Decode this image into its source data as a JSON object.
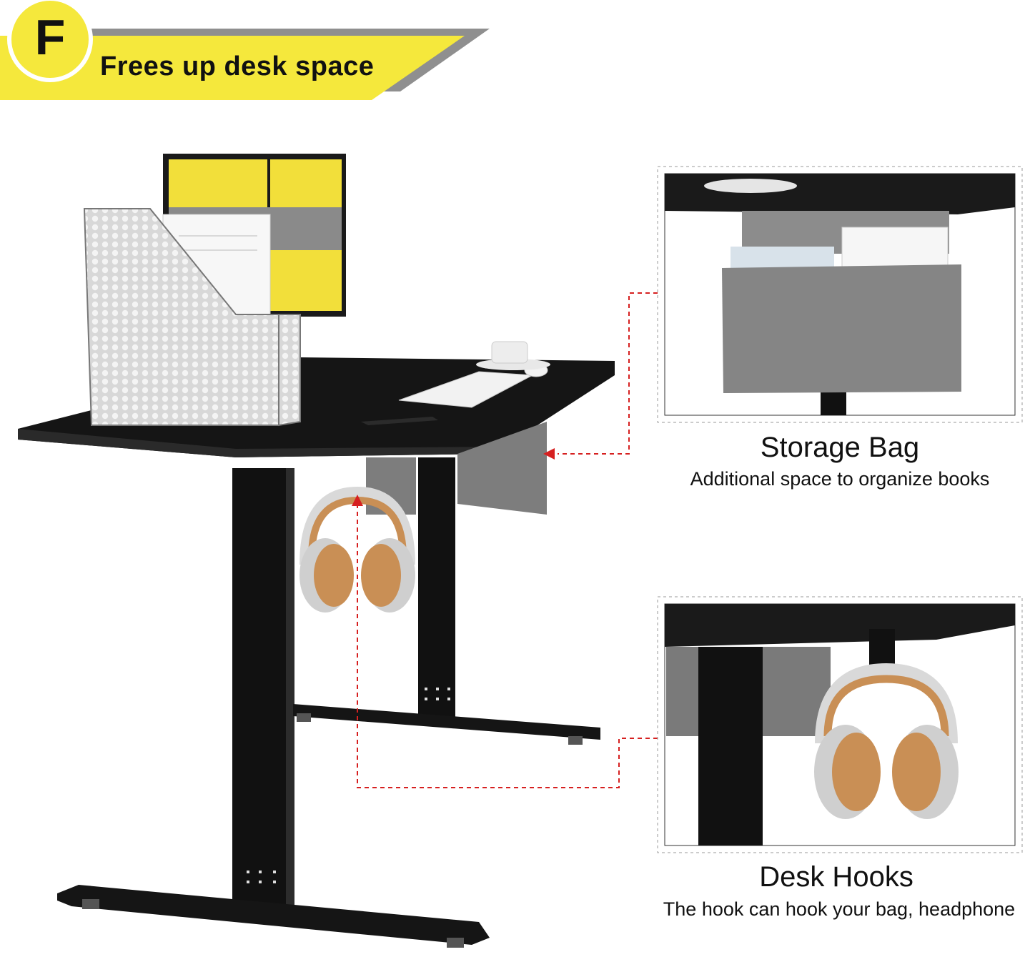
{
  "banner": {
    "badge_letter": "F",
    "title": "Frees up desk space",
    "colors": {
      "yellow": "#f5e83c",
      "gray": "#8f8f8f",
      "badge_ring": "#f5e83c"
    }
  },
  "features": [
    {
      "title": "Storage Bag",
      "subtitle": "Additional space to organize books"
    },
    {
      "title": "Desk Hooks",
      "subtitle": "The hook can hook your bag, headphone"
    }
  ],
  "scene": {
    "illustrations": [
      "standing-desk",
      "monitor",
      "magazine-holder",
      "keyboard",
      "mouse",
      "coffee-cup",
      "phone",
      "storage-bag",
      "headphones",
      "desk-hook"
    ],
    "colors": {
      "desk": "#141414",
      "felt": "#7d7d7d",
      "headphone_cushion": "#c98f55",
      "pointer": "#d62020"
    }
  }
}
